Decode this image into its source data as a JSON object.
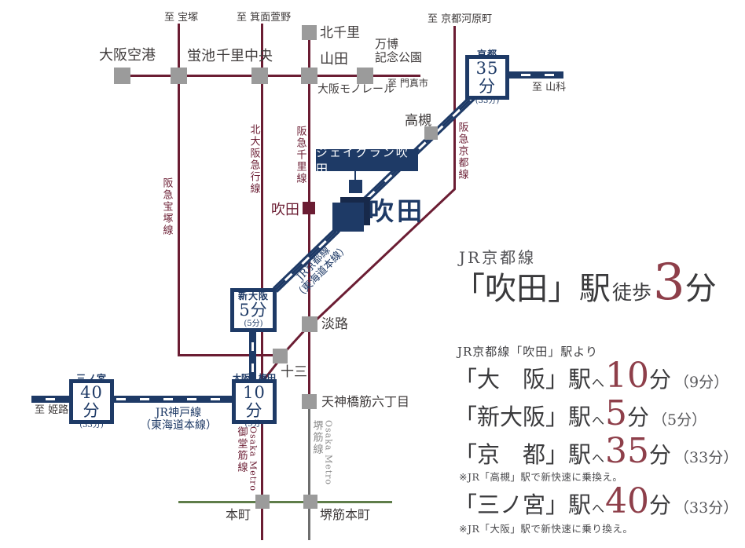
{
  "map": {
    "colors": {
      "navy": "#1e3a66",
      "maroon": "#6b1d33",
      "accent_red": "#8e3f4a",
      "station_gray": "#9b9b9b",
      "line_gray": "#6e6e6e",
      "line_green": "#5f7d4a",
      "text_dark": "#3f3b3b"
    },
    "terminals": {
      "takarazuka": "至 宝塚",
      "minoh_kayano": "至 箕面萱野",
      "kyoto_kawaramachi": "至 京都河原町",
      "kadoma": "至 門真市",
      "yamashina": "至 山科",
      "himeji": "至 姫路"
    },
    "stations": {
      "osaka_airport": "大阪空港",
      "hotarugaike": "蛍池",
      "senri_chuo": "千里中央",
      "yamada": "山田",
      "banpaku": "万博\n記念公園",
      "kita_senri": "北千里",
      "takatsuki": "高槻",
      "awaji": "淡路",
      "juso": "十三",
      "tenjinbashisuji_6": "天神橋筋六丁目",
      "hommachi": "本町",
      "sakaisuji_hommachi": "堺筋本町",
      "hankyu_suita": "吹田",
      "jr_suita": "吹田"
    },
    "lines": {
      "monorail": "大阪モノレール",
      "hankyu_takarazuka": "阪急宝塚線",
      "kita_osaka_kyuko": "北大阪急行線",
      "hankyu_senri": "阪急千里線",
      "hankyu_kyoto": "阪急京都線",
      "jr_kyoto": "JR京都線\n（東海道本線）",
      "jr_kobe": "JR神戸線\n（東海道本線）",
      "midosuji": "御堂筋線",
      "sakaisuji": "堺筋線",
      "osaka_metro": "Osaka Metro"
    },
    "project": {
      "name": "ジェイグラン吹田"
    },
    "time_boxes": {
      "kyoto": {
        "station": "京都",
        "time": "35分",
        "express": "(33分)"
      },
      "shin_osaka": {
        "station": "新大阪",
        "time": "5分",
        "express": "(5分)"
      },
      "osaka_umeda": {
        "station": "大阪・梅田",
        "time": "10分",
        "express": "(9分)"
      },
      "sannomiya": {
        "station": "三ノ宮",
        "time": "40分",
        "express": "(33分)"
      }
    }
  },
  "panel": {
    "line_name": "JR京都線",
    "headline": {
      "station": "「吹田」駅",
      "walk": "徒歩",
      "minutes": "3",
      "unit": "分"
    },
    "subtitle": "JR京都線「吹田」駅より",
    "routes": [
      {
        "station": "「大　阪」駅",
        "to": "へ",
        "minutes": "10",
        "unit": "分",
        "express": "（9分）"
      },
      {
        "station": "「新大阪」駅",
        "to": "へ",
        "minutes": "5",
        "unit": "分",
        "express": "（5分）"
      },
      {
        "station": "「京　都」駅",
        "to": "へ",
        "minutes": "35",
        "unit": "分",
        "express": "（33分）"
      },
      {
        "station": "「三ノ宮」駅",
        "to": "へ",
        "minutes": "40",
        "unit": "分",
        "express": "（33分）"
      }
    ],
    "notes": {
      "kyoto": "※JR「高槻」駅で新快速に乗換え。",
      "sannomiya": "※JR「大阪」駅で新快速に乗り換え。"
    }
  }
}
